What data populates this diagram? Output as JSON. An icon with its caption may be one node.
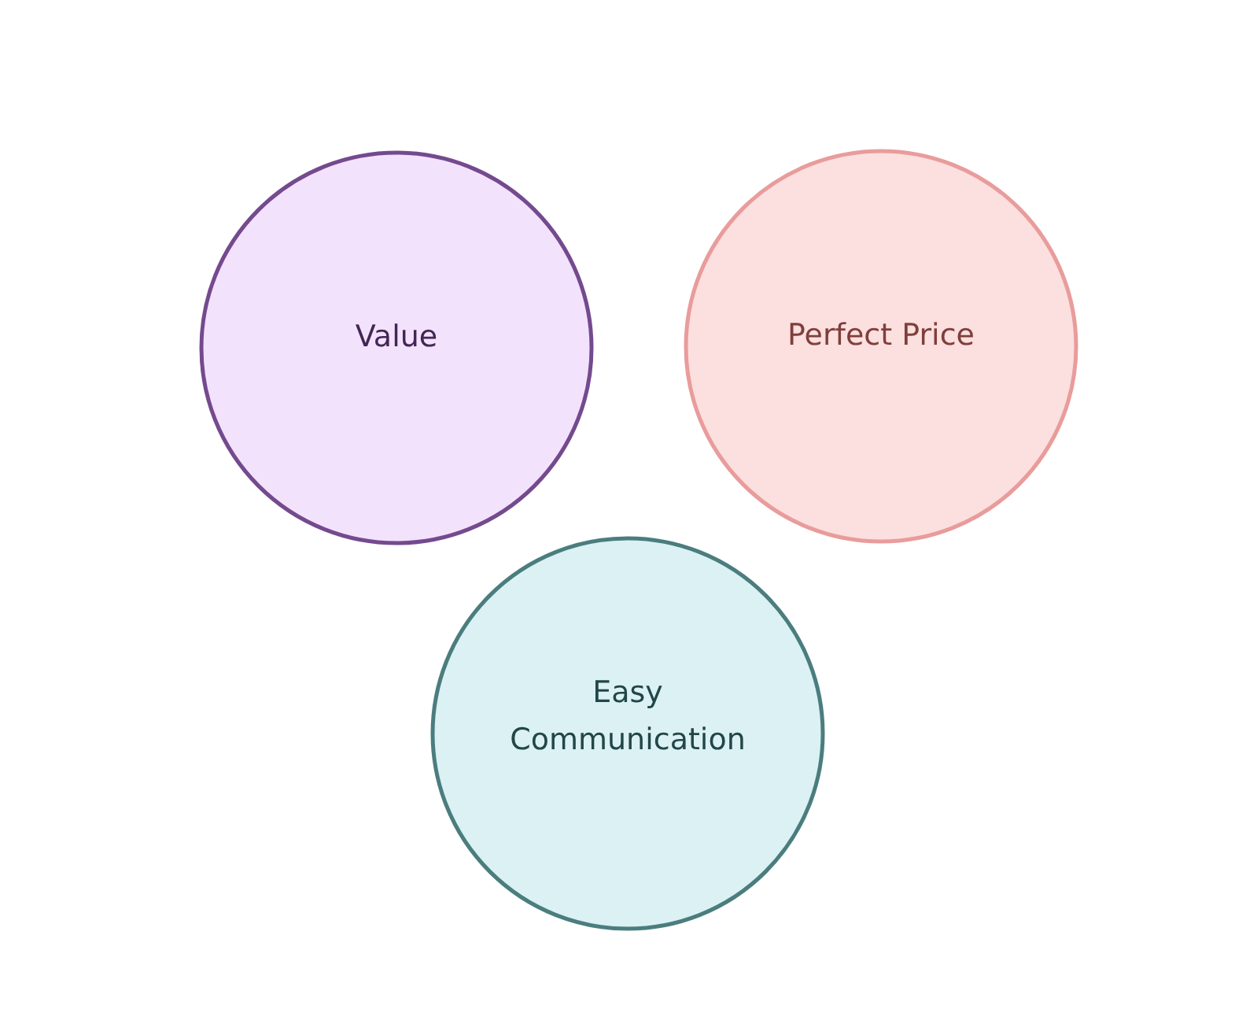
{
  "diagram": {
    "nodes": [
      {
        "text": [
          "Value"
        ]
      },
      {
        "text": [
          "Perfect Price"
        ]
      },
      {
        "text": [
          "Easy Communication"
        ]
      }
    ]
  }
}
